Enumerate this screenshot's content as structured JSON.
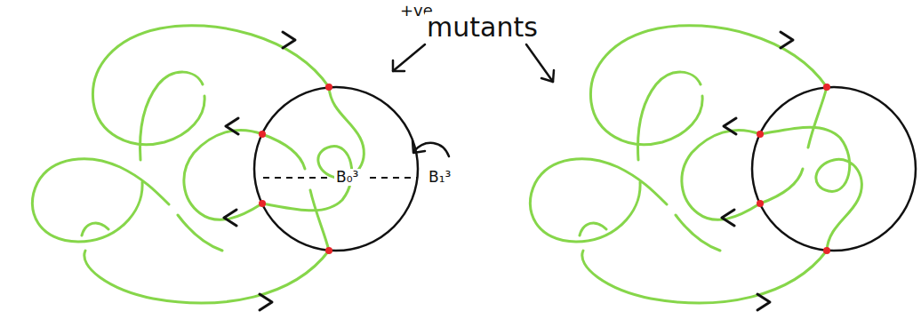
{
  "diagram": {
    "labels": [
      "+ve",
      "mutants",
      "B₀³",
      "B₁³"
    ]
  }
}
